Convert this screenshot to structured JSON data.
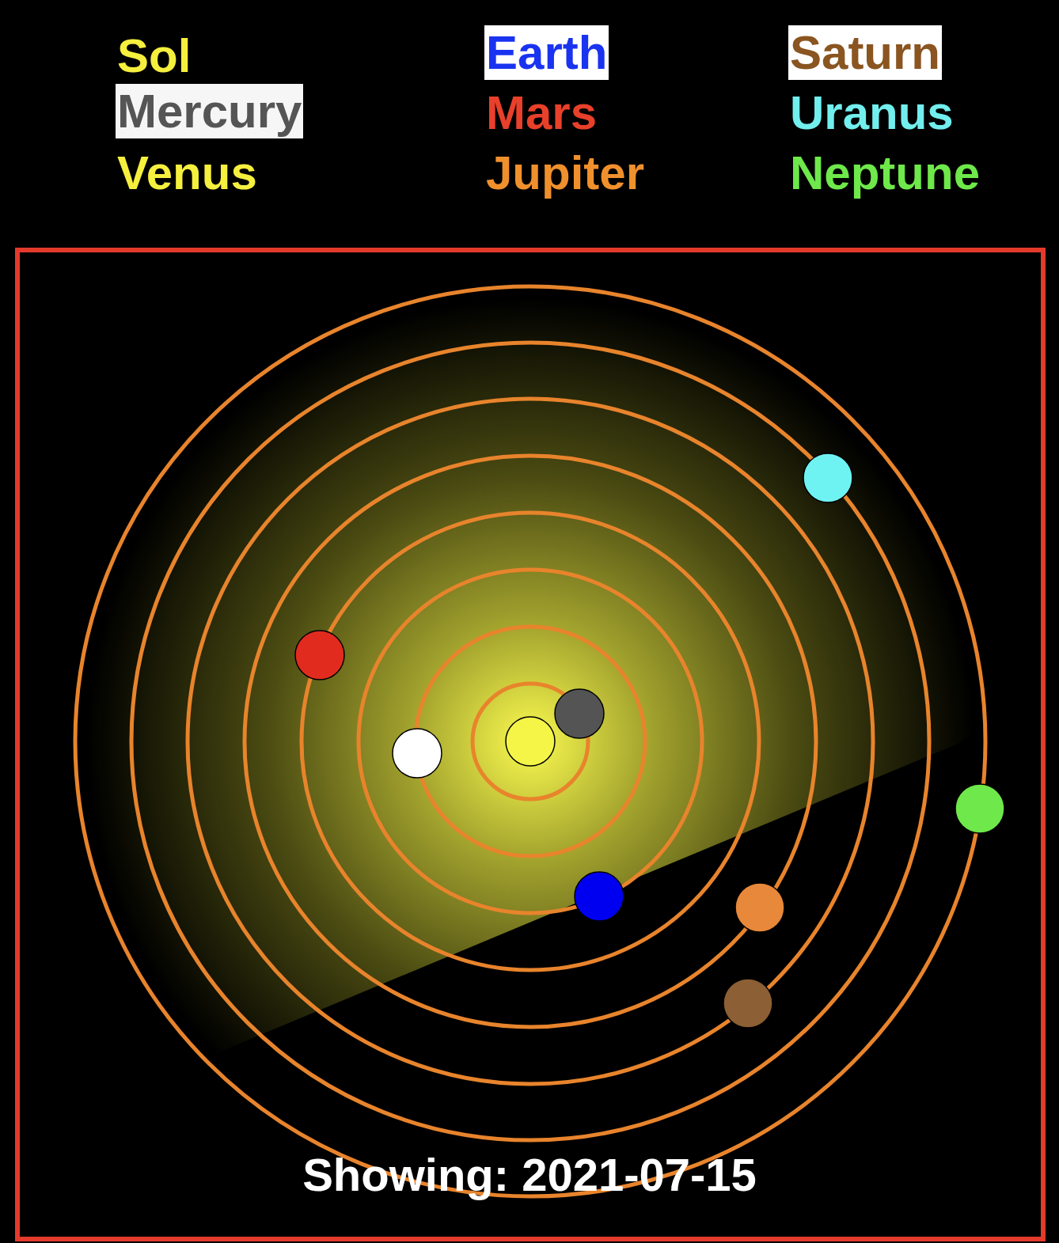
{
  "diagram": {
    "caption": "Showing: 2021-07-15",
    "labels": [
      "Sol",
      "Mercury",
      "Venus",
      "Earth",
      "Mars",
      "Jupiter",
      "Saturn",
      "Uranus",
      "Neptune"
    ]
  }
}
